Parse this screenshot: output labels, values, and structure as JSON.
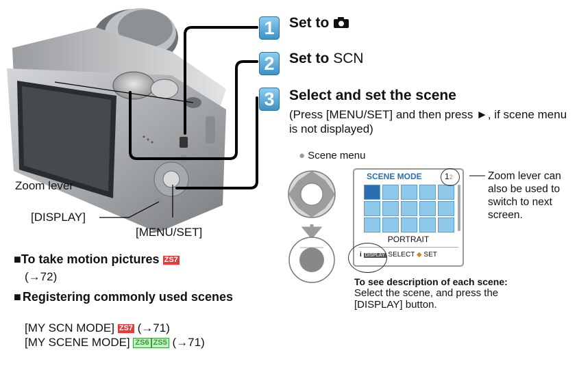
{
  "steps": [
    {
      "num": "1",
      "title": "Set to"
    },
    {
      "num": "2",
      "title": "Set to",
      "mode": "SCN"
    },
    {
      "num": "3",
      "title": "Select and set the scene",
      "note": "(Press [MENU/SET] and then press ►, if scene menu is not displayed)"
    }
  ],
  "callouts": {
    "zoom_lever": "Zoom lever",
    "display": "[DISPLAY]",
    "menu_set": "[MENU/SET]"
  },
  "scene_menu": {
    "bullet": "●",
    "caption": "Scene menu",
    "title": "SCENE MODE",
    "page": "1",
    "page_total": "2",
    "selected": "PORTRAIT",
    "footer_display": "DISPLAY",
    "footer_select": "SELECT",
    "footer_set": "SET",
    "zoom_note": "Zoom lever can also be used to switch to next screen."
  },
  "description": {
    "heading": "To see description of each scene:",
    "text": "Select the scene, and press the [DISPLAY] button."
  },
  "sections": {
    "motion_title": "To take motion pictures",
    "motion_tag": "ZS7",
    "motion_ref": "(→72)",
    "register_title": "Registering commonly used scenes",
    "line1_text": "[MY SCN MODE]",
    "line1_tag": "ZS7",
    "line1_ref": "(→71)",
    "line2_text": "[MY SCENE MODE]",
    "line2_tag1": "ZS6",
    "line2_tag2": "ZS5",
    "line2_ref": "(→71)"
  },
  "colors": {
    "step_blue": "#3b8fc4",
    "tag_red": "#e53b3b",
    "tag_green": "#3a9a3a",
    "lcd_blue": "#8fc9ea"
  }
}
